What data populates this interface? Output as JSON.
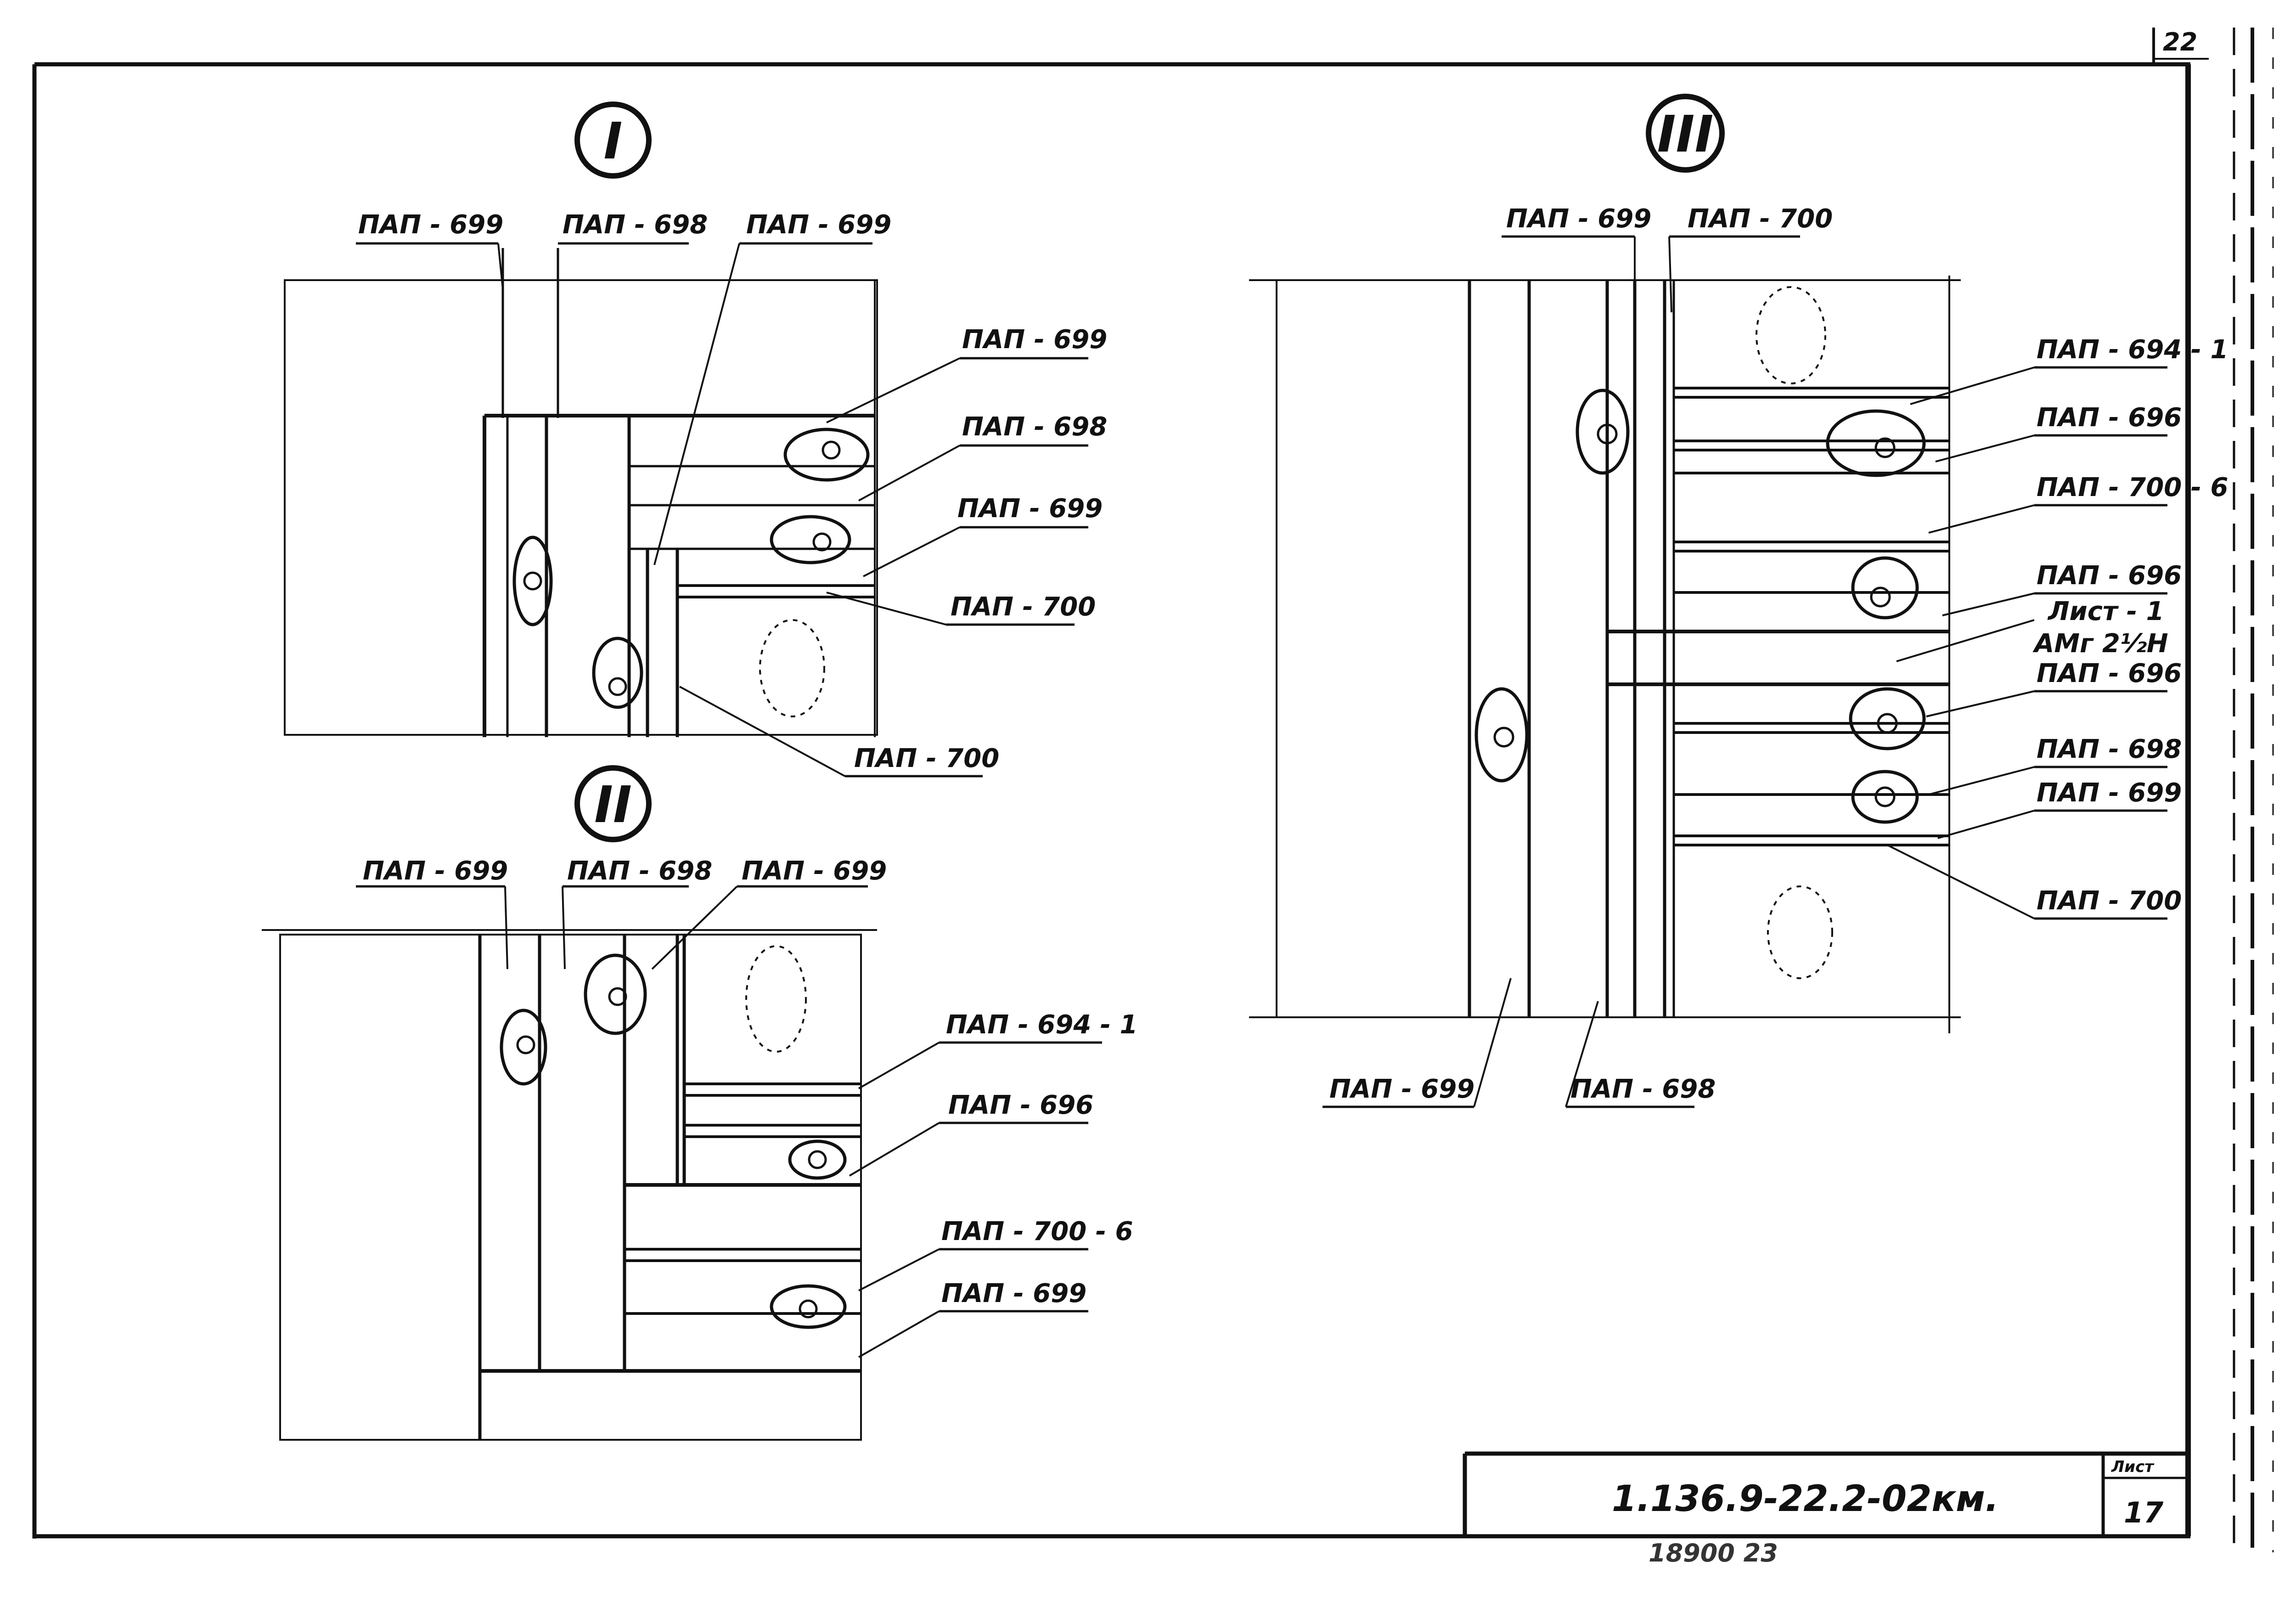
{
  "sheet": {
    "corner_number": "22",
    "code": "1.136.9-22.2-02км.",
    "sheet_caption": "Лист",
    "sheet_number": "17",
    "bottom_note": "18900  23"
  },
  "details": {
    "I": {
      "mark": "I",
      "labels": [
        "ПАП - 699",
        "ПАП - 698",
        "ПАП - 699",
        "ПАП - 699",
        "ПАП - 698",
        "ПАП - 699",
        "ПАП - 700",
        "ПАП - 700"
      ]
    },
    "II": {
      "mark": "II",
      "labels": [
        "ПАП - 699",
        "ПАП - 698",
        "ПАП - 699",
        "ПАП - 694 - 1",
        "ПАП - 696",
        "ПАП - 700 - 6",
        "ПАП - 699"
      ]
    },
    "III": {
      "mark": "III",
      "labels": [
        "ПАП - 699",
        "ПАП - 700",
        "ПАП - 694 - 1",
        "ПАП - 696",
        "ПАП - 700 - 6",
        "ПАП - 696",
        "Лист - 1",
        "АМг 2½Н",
        "ПАП - 696",
        "ПАП - 698",
        "ПАП - 699",
        "ПАП - 700",
        "ПАП - 699",
        "ПАП - 698"
      ]
    }
  }
}
